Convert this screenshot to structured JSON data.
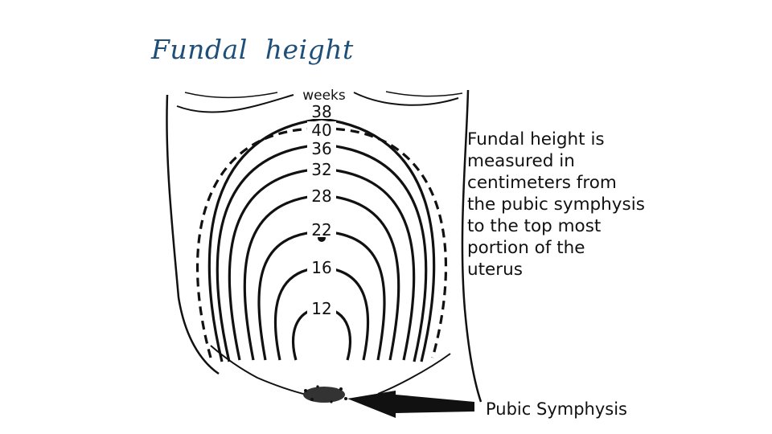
{
  "title": "Fundal  height",
  "diagram": {
    "weeks_heading": "weeks",
    "week_markers": [
      {
        "label": "38",
        "style": "solid"
      },
      {
        "label": "40",
        "style": "dashed"
      },
      {
        "label": "36",
        "style": "solid"
      },
      {
        "label": "32",
        "style": "solid"
      },
      {
        "label": "28",
        "style": "solid"
      },
      {
        "label": "22",
        "style": "solid"
      },
      {
        "label": "16",
        "style": "solid"
      },
      {
        "label": "12",
        "style": "solid"
      }
    ],
    "description_lines": [
      "Fundal height is",
      "measured in",
      "centimeters from",
      "the pubic symphysis",
      "to the top most",
      "portion of the",
      "uterus"
    ],
    "pubic_label": "Pubic Symphysis"
  }
}
